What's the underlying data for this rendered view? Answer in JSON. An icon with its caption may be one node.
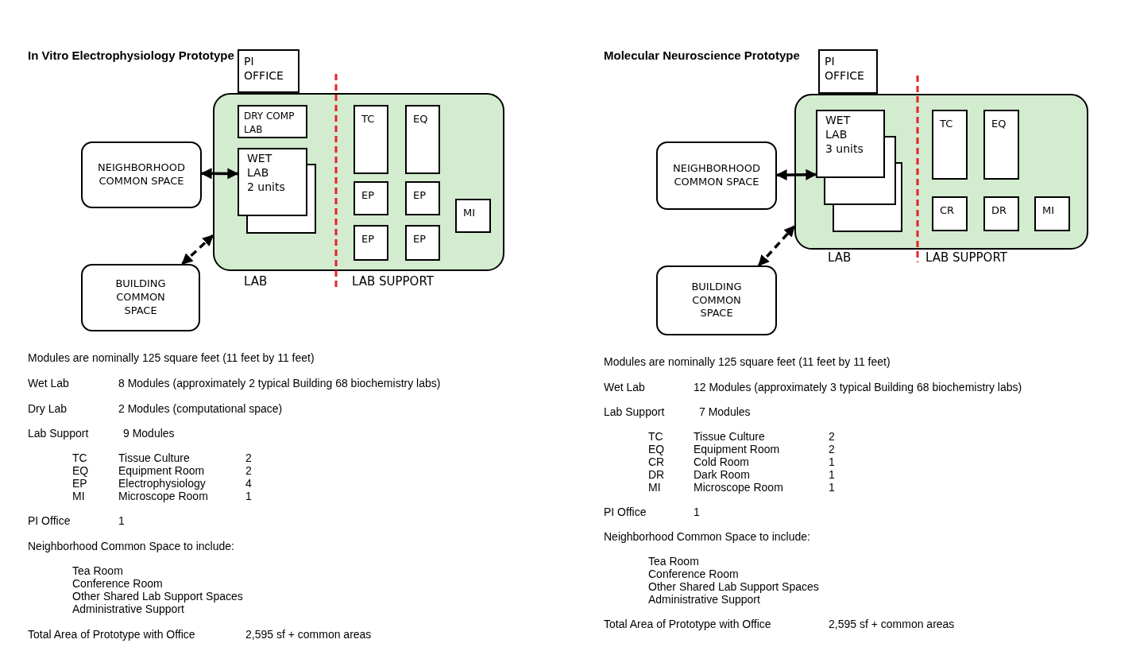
{
  "diagram": {
    "nodes": [
      {
        "text": [
          "PI OFFICE"
        ]
      },
      {
        "text": [],
        "shape": "box"
      },
      {
        "text": [
          "DRY COMP LAB"
        ],
        "in": 1
      },
      {
        "text": [
          "NEIGHBORHOOD COMMON SPACE"
        ]
      },
      {
        "text": [
          "WET LAB",
          "2 units"
        ],
        "in": 1
      },
      {
        "text": [
          "TC"
        ],
        "in": 1
      },
      {
        "text": [
          "EQ"
        ],
        "in": 1
      },
      {
        "text": [
          "EP"
        ],
        "in": 1
      },
      {
        "text": [
          "EP"
        ],
        "in": 1
      },
      {
        "text": [
          "MI"
        ],
        "in": 1
      },
      {
        "text": [
          "EP"
        ],
        "in": 1
      },
      {
        "text": [
          "EP"
        ],
        "in": 1
      },
      {
        "text": [
          "BUILDING COMMON SPACE"
        ]
      },
      {
        "text": [
          "PI OFFICE"
        ]
      },
      {
        "text": [],
        "shape": "box"
      },
      {
        "text": [
          "NEIGHBORHOOD COMMON SPACE"
        ]
      },
      {
        "text": [
          "WET LAB",
          "3 units"
        ],
        "in": 14
      },
      {
        "text": [
          "TC"
        ],
        "in": 14
      },
      {
        "text": [
          "EQ"
        ],
        "in": 14
      },
      {
        "text": [
          "CR"
        ],
        "in": 14
      },
      {
        "text": [
          "DR"
        ],
        "in": 14
      },
      {
        "text": [
          "MI"
        ],
        "in": 14
      },
      {
        "text": [
          "BUILDING COMMON SPACE"
        ]
      }
    ],
    "edges": [
      {
        "from": 3,
        "to": 4,
        "arrow": "both"
      },
      {
        "from": 12,
        "to": 1,
        "arrow": "both",
        "style": "dashed"
      },
      {
        "from": 15,
        "to": 16,
        "arrow": "both"
      },
      {
        "from": 22,
        "to": 14,
        "arrow": "both",
        "style": "dashed"
      }
    ],
    "labels": [
      "In Vitro Electrophysiology Prototype",
      "LAB",
      "LAB SUPPORT",
      "Modules are nominally 125 square feet (11 feet by 11 feet)",
      "Wet Lab",
      "8 Modules (approximately 2 typical Building 68 biochemistry labs)",
      "Dry Lab",
      "2 Modules (computational space)",
      "Lab Support",
      "9 Modules",
      "TC",
      "Tissue Culture",
      "2",
      "EQ",
      "Equipment Room",
      "2",
      "EP",
      "Electrophysiology",
      "4",
      "MI",
      "Microscope Room",
      "1",
      "PI Office",
      "1",
      "Neighborhood Common Space to include:",
      "Tea Room",
      "Conference Room",
      "Other Shared Lab Support Spaces",
      "Administrative Support",
      "Total Area of Prototype with Office",
      "2,595 sf + common areas",
      "Molecular Neuroscience Prototype",
      "LAB",
      "LAB SUPPORT",
      "Modules are nominally 125 square feet (11 feet by 11 feet)",
      "Wet Lab",
      "12 Modules (approximately 3 typical Building 68 biochemistry labs)",
      "Lab Support",
      "7 Modules",
      "TC",
      "Tissue Culture",
      "2",
      "EQ",
      "Equipment Room",
      "2",
      "CR",
      "Cold Room",
      "1",
      "DR",
      "Dark Room",
      "1",
      "MI",
      "Microscope Room",
      "1",
      "PI Office",
      "1",
      "Neighborhood Common Space to include:",
      "Tea Room",
      "Conference Room",
      "Other Shared Lab Support Spaces",
      "Administrative Support",
      "Total Area of Prototype with Office",
      "2,595 sf + common areas"
    ]
  }
}
